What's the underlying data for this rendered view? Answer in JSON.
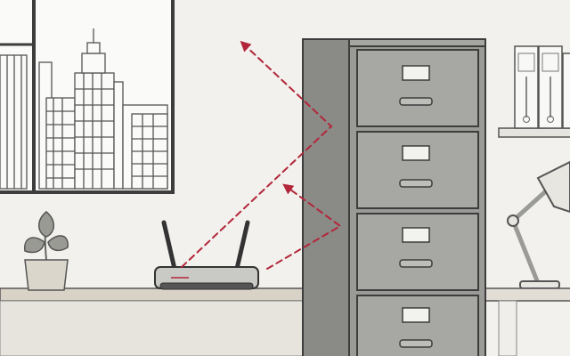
{
  "scene": {
    "subjects": [
      "window-with-city-view",
      "potted-plant",
      "wifi-router",
      "filing-cabinet",
      "binders-shelf",
      "desk-lamp",
      "desk",
      "signal-path"
    ],
    "filing_cabinet": {
      "drawer_count": 4
    },
    "router": {
      "antenna_count": 2
    },
    "binders": {
      "count": 3
    }
  },
  "colors": {
    "wall": "#f2f1ed",
    "outline": "#3d3d3d",
    "cabinet_front": "#9a9a96",
    "cabinet_side": "#8a8a86",
    "cabinet_top": "#a5a5a1",
    "desk_top": "#d9d2c6",
    "desk_front": "#e7e4de",
    "router_body": "#c9c9c6",
    "signal": "#b3263a",
    "plant_leaf": "#9a9a94",
    "pot": "#dad6cc"
  },
  "icons": {
    "signal_arrow": "arrow-up-left-icon"
  }
}
